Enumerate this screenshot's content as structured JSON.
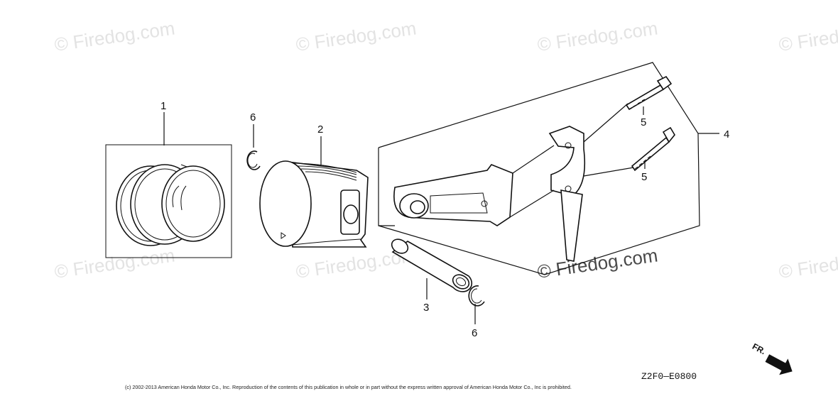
{
  "watermark": "© Firedog.com",
  "callouts": {
    "piston_ring_set": "1",
    "piston": "2",
    "piston_pin": "3",
    "connecting_rod_assy": "4",
    "rod_bolt_upper": "5",
    "rod_bolt_lower": "5",
    "clip_upper": "6",
    "clip_lower": "6"
  },
  "drawing_code": "Z2F0—E0800",
  "front_indicator": "FR.",
  "copyright": "(c) 2002-2013 American Honda Motor Co., Inc. Reproduction of the contents of this publication in whole or in part without the express written approval of American Honda Motor Co., Inc is prohibited.",
  "colors": {
    "line": "#111111",
    "watermark": "#e3e3e3",
    "watermark_dark": "#4a4a4a"
  }
}
